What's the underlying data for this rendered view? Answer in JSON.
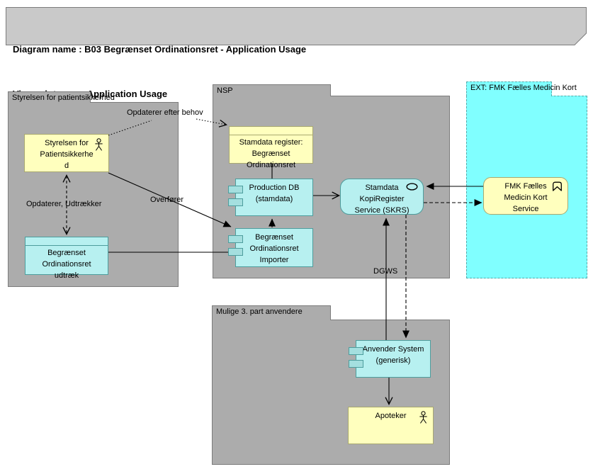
{
  "title_note": {
    "line1": "Diagram name : B03 Begrænset Ordinationsret - Application Usage",
    "line2": "Viewpoint          : Application Usage"
  },
  "groups": {
    "styrelsen": {
      "label": "Styrelsen for patientsikkerhed"
    },
    "nsp": {
      "label": "NSP"
    },
    "ext_fmk": {
      "label": "EXT: FMK Fælles Medicin Kort"
    },
    "mulige": {
      "label": "Mulige 3. part anvendere"
    }
  },
  "elements": {
    "styrelsen_actor": {
      "label": "Styrelsen for Patientsikkerhed",
      "type": "business-actor"
    },
    "stamdata_register": {
      "label": "Stamdata register: Begrænset Ordinationsret",
      "type": "data-object"
    },
    "production_db": {
      "label": "Production DB (stamdata)",
      "type": "application-component"
    },
    "importer": {
      "label": "Begrænset Ordinationsret Importer",
      "type": "application-component"
    },
    "skrs": {
      "label": "Stamdata KopiRegister Service (SKRS)",
      "type": "application-service"
    },
    "fmk_service": {
      "label": "FMK Fælles Medicin Kort Service",
      "type": "application-service"
    },
    "udtraek": {
      "label": "Begrænset Ordinationsret udtræk",
      "type": "data-object"
    },
    "anvender_system": {
      "label": "Anvender System (generisk)",
      "type": "application-component"
    },
    "apoteker": {
      "label": "Apoteker",
      "type": "business-actor"
    }
  },
  "relation_labels": {
    "opdaterer_efter_behov": "Opdaterer efter behov",
    "opdaterer_udtraekker": "Opdaterer, Udtrækker",
    "overfoerer": "Overfører",
    "dgws": "DGWS"
  },
  "colors": {
    "group_gray": "#ACACAC",
    "ext_cyan": "#80FFFF",
    "node_yellow": "#FFFFBE",
    "node_cyan": "#B7F0F0",
    "note_gray": "#C9C9C9",
    "line": "#000000"
  }
}
